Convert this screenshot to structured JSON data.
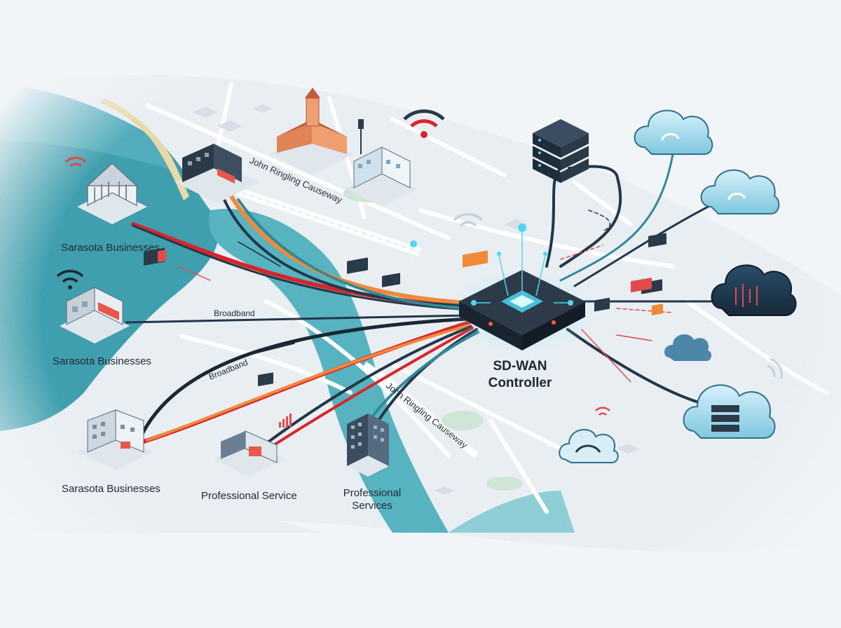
{
  "labels": {
    "causeway_top": "John Ringling Causeway",
    "causeway_bottom": "John Ringling Causeway",
    "broadband_1": "Broadband",
    "broadband_2": "Broadband",
    "business_1": "Sarasota Businesses",
    "business_2": "Sarasota Businesses",
    "business_3": "Sarasota Businesses",
    "professional_service": "Professional Service",
    "professional_services_line1": "Professional",
    "professional_services_line2": "Services",
    "controller_line1": "SD-WAN",
    "controller_line2": "Controller"
  },
  "colors": {
    "water": "#3f9fae",
    "water_dark": "#2e8797",
    "land": "#eaeff3",
    "road": "#ffffff",
    "cable_dark": "#22384a",
    "cable_orange": "#f08a3a",
    "cable_red": "#d7262b",
    "cable_teal": "#2f8a96",
    "cloud_light": "#a9dcef",
    "cloud_dark": "#1f3b52",
    "controller": "#23303f",
    "glow": "#4fd6f0"
  },
  "icons": [
    "cloud-icon",
    "server-icon",
    "wifi-icon",
    "building-icon",
    "controller-icon"
  ]
}
